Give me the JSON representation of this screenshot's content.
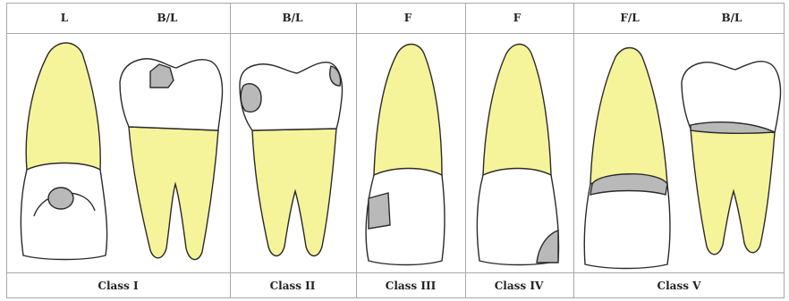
{
  "views": {
    "c1_left": "L",
    "c1_right": "B/L",
    "c2": "B/L",
    "c3": "F",
    "c4": "F",
    "c5_left": "F/L",
    "c5_right": "B/L"
  },
  "classes": {
    "c1": "Class I",
    "c2": "Class II",
    "c3": "Class III",
    "c4": "Class IV",
    "c5": "Class V"
  },
  "colors": {
    "root": "#f6f49a",
    "crown": "#ffffff",
    "caries": "#b9b9b9",
    "outline": "#2a2a2a",
    "grid": "#a8a8a8"
  }
}
